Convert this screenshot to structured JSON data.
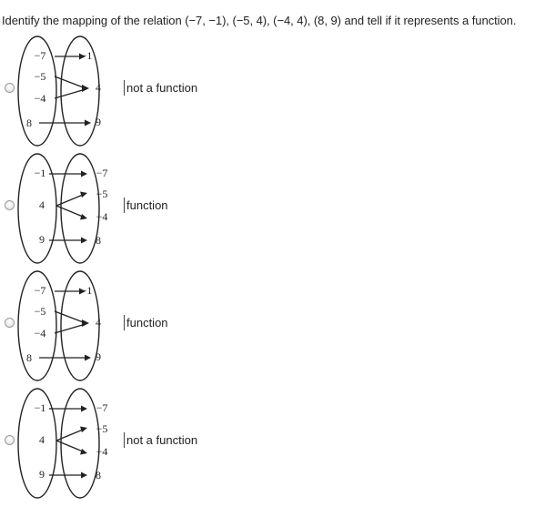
{
  "question": {
    "text": "Identify the mapping of the relation (−7, −1), (−5, 4), (−4, 4), (8, 9) and tell if it represents a function."
  },
  "options": [
    {
      "label": "not a function",
      "domain": [
        "−7",
        "−5",
        "−4",
        "8"
      ],
      "range": [
        "−1",
        "4",
        "9"
      ]
    },
    {
      "label": "function",
      "domain": [
        "−1",
        "4",
        "9"
      ],
      "range": [
        "−7",
        "−5",
        "−4",
        "8"
      ]
    },
    {
      "label": "function",
      "domain": [
        "−7",
        "−5",
        "−4",
        "8"
      ],
      "range": [
        "−1",
        "4",
        "9"
      ]
    },
    {
      "label": "not a function",
      "domain": [
        "−1",
        "4",
        "9"
      ],
      "range": [
        "−7",
        "−5",
        "−4",
        "8"
      ]
    }
  ]
}
